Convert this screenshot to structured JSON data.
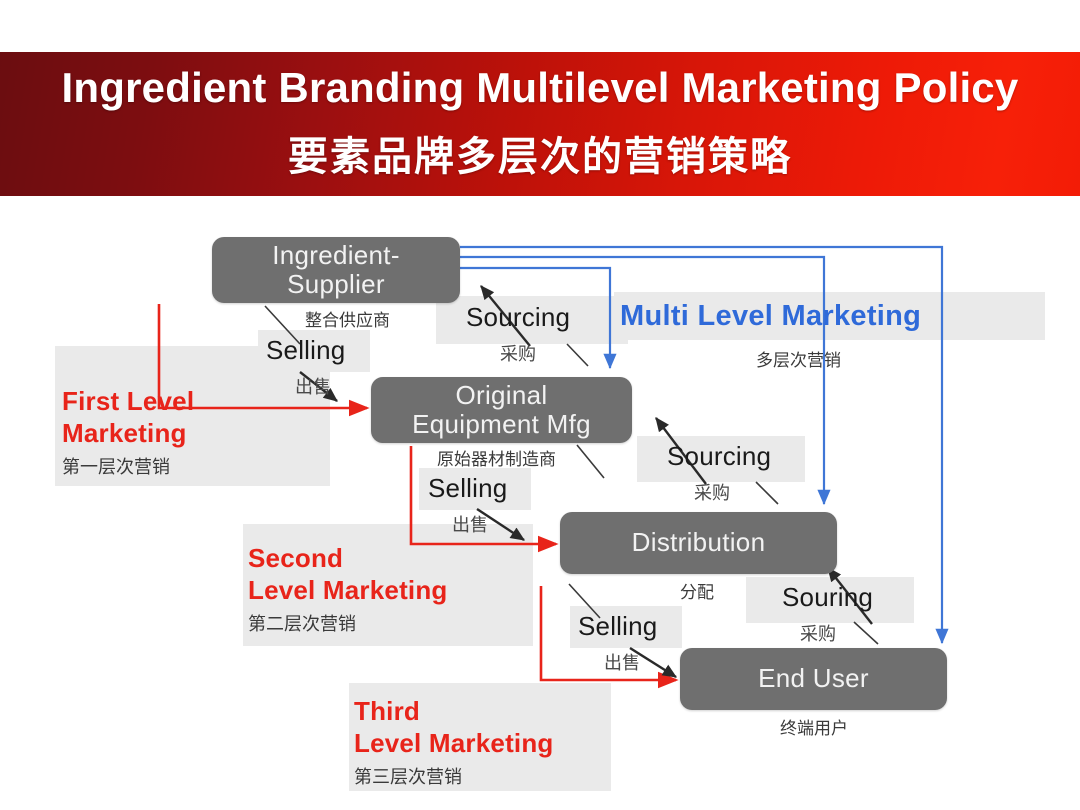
{
  "header": {
    "title_en": "Ingredient Branding  Multilevel Marketing Policy",
    "title_zh": "要素品牌多层次的营销策略",
    "gradient_from": "#6b0d10",
    "gradient_to": "#f31c06"
  },
  "diagram": {
    "node_color": "#6f6f6f",
    "red_accent": "#e8241a",
    "blue_accent": "#2f6ad9",
    "panel_color": "#eaeaea",
    "nodes": [
      {
        "id": "ingredient-supplier",
        "label": "Ingredient-\nSupplier",
        "caption": "整合供应商"
      },
      {
        "id": "original-equipment-mfg",
        "label": "Original\nEquipment Mfg",
        "caption": "原始器材制造商"
      },
      {
        "id": "distribution",
        "label": "Distribution",
        "caption": "分配"
      },
      {
        "id": "end-user",
        "label": "End User",
        "caption": "终端用户"
      }
    ],
    "levels": [
      {
        "id": "first-level",
        "en": "First Level\nMarketing",
        "zh": "第一层次营销"
      },
      {
        "id": "second-level",
        "en": "Second\nLevel Marketing",
        "zh": "第二层次营销"
      },
      {
        "id": "third-level",
        "en": "Third\nLevel Marketing",
        "zh": "第三层次营销"
      }
    ],
    "edges": [
      {
        "id": "selling-1",
        "en": "Selling",
        "zh": "出售"
      },
      {
        "id": "selling-2",
        "en": "Selling",
        "zh": "出售"
      },
      {
        "id": "selling-3",
        "en": "Selling",
        "zh": "出售"
      },
      {
        "id": "sourcing-1",
        "en": "Sourcing",
        "zh": "采购"
      },
      {
        "id": "sourcing-2",
        "en": "Sourcing",
        "zh": "采购"
      },
      {
        "id": "sourcing-3",
        "en": "Souring",
        "zh": "采购"
      }
    ],
    "callout": {
      "en": "Multi Level Marketing",
      "zh": "多层次营销"
    }
  }
}
